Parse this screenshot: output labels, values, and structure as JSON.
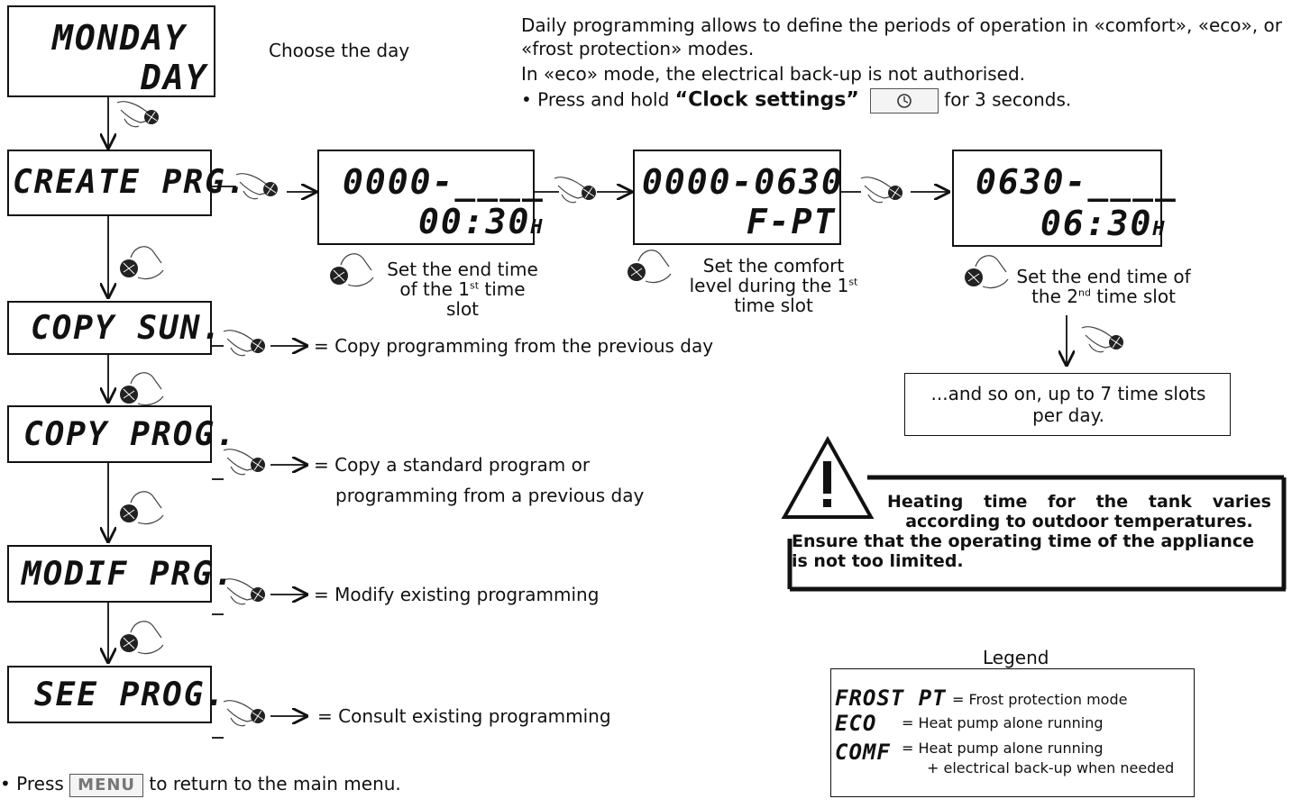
{
  "menu": {
    "day_line1": "MONDAY",
    "day_line2": "DAY",
    "choose_day": "Choose the day",
    "create": "CREATE PRG.",
    "copy_sun": "COPY SUN.",
    "copy_prog": "COPY PROG.",
    "modif": "MODIF PRG.",
    "see": "SEE PROG."
  },
  "intro": {
    "line1": "Daily programming allows to define the periods of operation in «comfort», «eco», or",
    "line2": "«frost protection» modes.",
    "line3": "In «eco» mode, the electrical back-up is not authorised.",
    "press_prefix": "• Press and hold ",
    "button_label": "“Clock settings”",
    "press_suffix": "for 3 seconds."
  },
  "steps": {
    "s1_top": "0000-____",
    "s1_bottom": "00:30",
    "s1_unit": "H",
    "s1_cap_a": "Set the end time",
    "s1_cap_b1": "of the 1",
    "s1_cap_b_sup": "st",
    "s1_cap_b2": " time",
    "s1_cap_c": "slot",
    "s2_top": "0000-0630",
    "s2_bottom": "F-PT",
    "s2_cap_a": "Set the comfort",
    "s2_cap_b1": "level during the 1",
    "s2_cap_b_sup": "st",
    "s2_cap_c": "time slot",
    "s3_top": "0630-____",
    "s3_bottom": "06:30",
    "s3_unit": "H",
    "s3_cap_a": "Set the end time of",
    "s3_cap_b1": "the 2",
    "s3_cap_b_sup": "nd",
    "s3_cap_b2": " time slot",
    "and_so_on": "...and so on, up to 7 time slots per day."
  },
  "descriptions": {
    "copy_sun": "= Copy programming from the previous day",
    "copy_prog_1": "= Copy a standard program or",
    "copy_prog_2": "programming from a previous day",
    "modif": "= Modify existing programming",
    "see": "= Consult existing programming"
  },
  "warning": {
    "line1": "Heating time for the tank varies",
    "line2": "according to outdoor temperatures.",
    "line3": "Ensure that the operating time of the appliance",
    "line4": "is not too limited."
  },
  "legend": {
    "title": "Legend",
    "frost_code": "FROST PT",
    "frost_desc": "= Frost protection mode",
    "eco_code": "ECO",
    "eco_desc": "=  Heat pump alone running",
    "comf_code": "COMF",
    "comf_desc_1": "=  Heat pump alone running",
    "comf_desc_2": "+ electrical back-up when needed"
  },
  "footer": {
    "press": "• Press",
    "menu_key": "MENU",
    "rest": "to return to the main menu."
  }
}
